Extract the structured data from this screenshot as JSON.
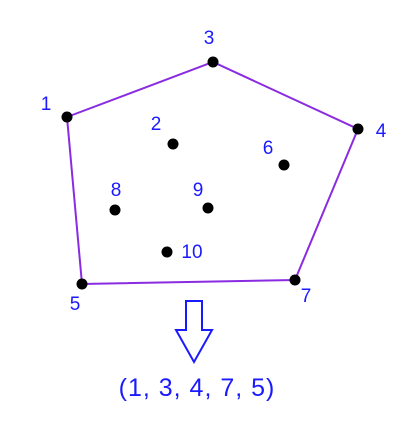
{
  "colors": {
    "hull_stroke": "#8a2be2",
    "point_fill": "#000000",
    "label_color": "#1a1aff",
    "arrow_stroke": "#1a1aff",
    "background": "#ffffff"
  },
  "points": [
    {
      "id": "1",
      "label": "1"
    },
    {
      "id": "2",
      "label": "2"
    },
    {
      "id": "3",
      "label": "3"
    },
    {
      "id": "4",
      "label": "4"
    },
    {
      "id": "5",
      "label": "5"
    },
    {
      "id": "6",
      "label": "6"
    },
    {
      "id": "7",
      "label": "7"
    },
    {
      "id": "8",
      "label": "8"
    },
    {
      "id": "9",
      "label": "9"
    },
    {
      "id": "10",
      "label": "10"
    }
  ],
  "hull_order": [
    "1",
    "3",
    "4",
    "7",
    "5"
  ],
  "arrow_icon": "hollow-down-arrow-icon",
  "result_text": "(1,  3,  4,  7,  5)"
}
